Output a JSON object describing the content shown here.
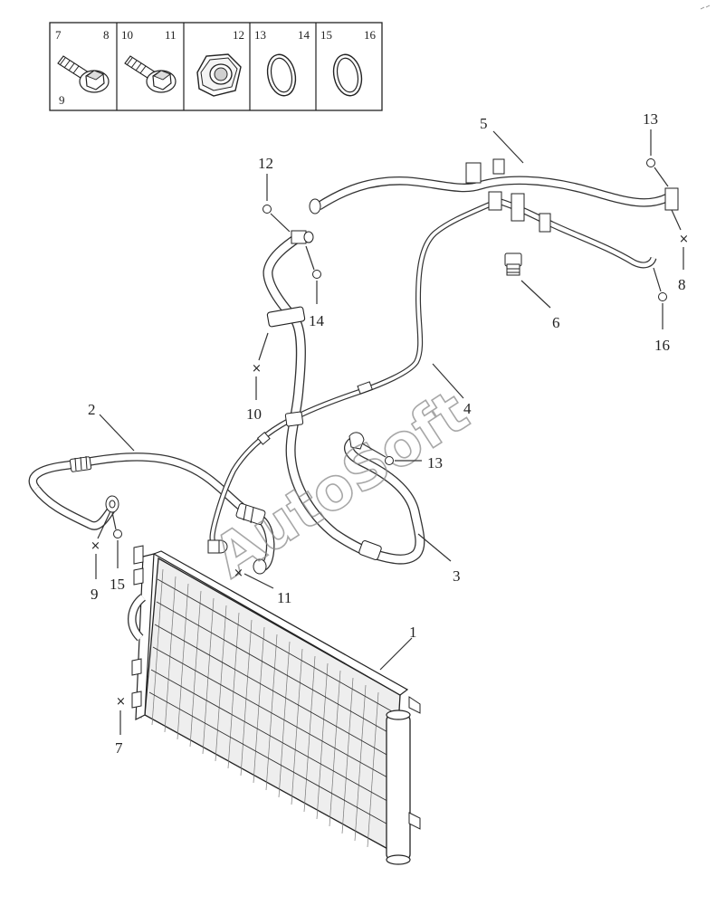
{
  "legend": {
    "cells": [
      {
        "labels": [
          "7",
          "8",
          "9"
        ],
        "icon": "bolt-icon"
      },
      {
        "labels": [
          "10",
          "11"
        ],
        "icon": "bolt-icon"
      },
      {
        "labels": [
          "12"
        ],
        "icon": "hex-nut-icon"
      },
      {
        "labels": [
          "13",
          "14"
        ],
        "icon": "o-ring-icon"
      },
      {
        "labels": [
          "15",
          "16"
        ],
        "icon": "o-ring-icon"
      }
    ]
  },
  "callouts": {
    "c1": "1",
    "c2": "2",
    "c3": "3",
    "c4": "4",
    "c5": "5",
    "c6": "6",
    "c7": "7",
    "c8": "8",
    "c9": "9",
    "c10": "10",
    "c11": "11",
    "c12": "12",
    "c13a": "13",
    "c13b": "13",
    "c14": "14",
    "c15": "15",
    "c16": "16"
  },
  "watermark": "AutoSoft"
}
